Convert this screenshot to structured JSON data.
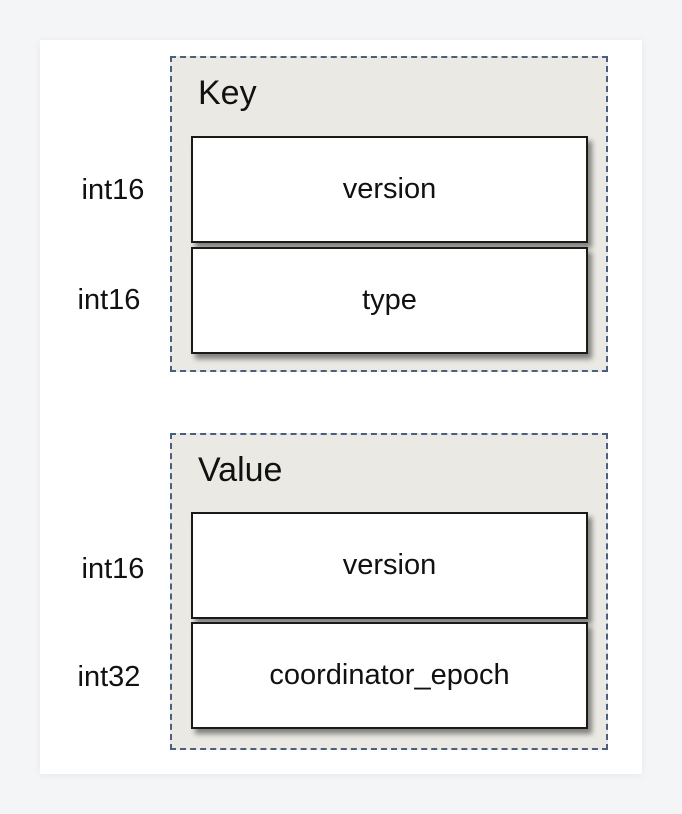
{
  "key_section": {
    "title": "Key",
    "fields": [
      {
        "type": "int16",
        "name": "version"
      },
      {
        "type": "int16",
        "name": "type"
      }
    ]
  },
  "value_section": {
    "title": "Value",
    "fields": [
      {
        "type": "int16",
        "name": "version"
      },
      {
        "type": "int32",
        "name": "coordinator_epoch"
      }
    ]
  },
  "colors": {
    "section_background": "#ebe9e3",
    "dashed_border": "#4a5f80",
    "field_background": "#ffffff",
    "text": "#111111"
  }
}
